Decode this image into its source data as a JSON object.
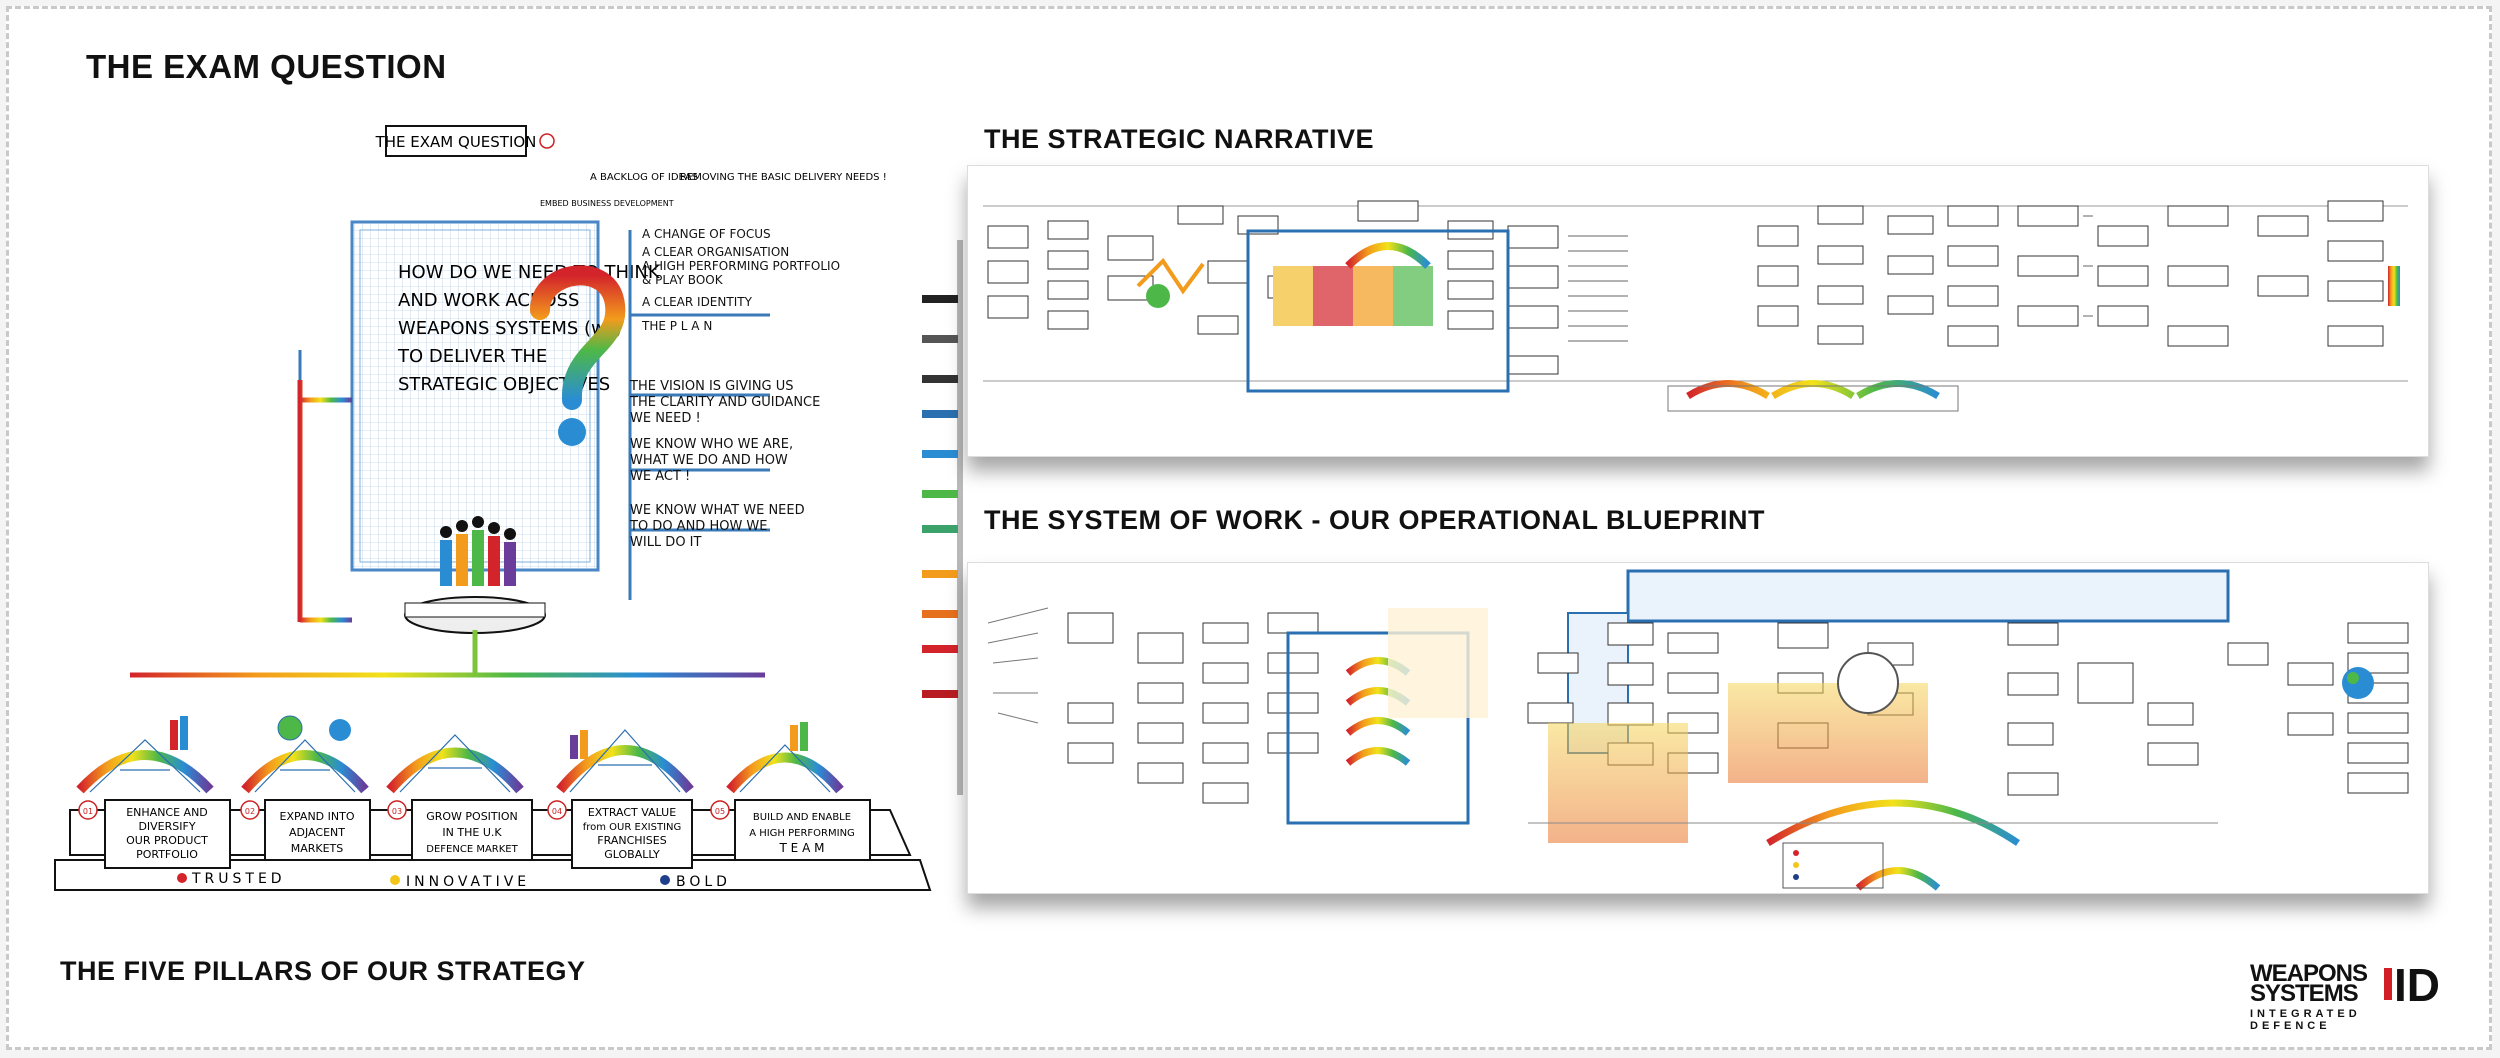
{
  "headings": {
    "exam_question": "THE EXAM QUESTION",
    "strategic_narrative": "THE STRATEGIC NARRATIVE",
    "system_of_work": "THE SYSTEM OF WORK - OUR OPERATIONAL BLUEPRINT",
    "five_pillars": "THE FIVE PILLARS OF OUR STRATEGY"
  },
  "sketch": {
    "box_title": "THE EXAM QUESTION",
    "question_lines": [
      "HOW DO WE NEED TO THINK",
      "AND WORK ACROSS",
      "WEAPONS SYSTEMS (ws)",
      "TO DELIVER THE",
      "STRATEGIC OBJECTIVES"
    ],
    "top_notes": [
      "EMBED BUSINESS DEVELOPMENT",
      "A BACKLOG OF IDEAS",
      "REMOVING THE BASIC DELIVERY NEEDS !"
    ],
    "right_notes": [
      "A CHANGE OF FOCUS",
      "A CLEAR ORGANISATION",
      "A HIGH PERFORMING PORTFOLIO",
      "& PLAY BOOK",
      "A CLEAR IDENTITY",
      "THE P L A N",
      "THE VISION IS GIVING US",
      "THE CLARITY AND GUIDANCE",
      "WE NEED !",
      "WE KNOW WHO WE ARE,",
      "WHAT WE DO AND HOW",
      "WE ACT !",
      "WE KNOW WHAT WE NEED",
      "TO DO AND HOW WE",
      "WILL DO IT"
    ],
    "pillars": [
      {
        "badge": "01",
        "lines": [
          "ENHANCE AND",
          "DIVERSIFY",
          "OUR PRODUCT",
          "PORTFOLIO"
        ]
      },
      {
        "badge": "02",
        "lines": [
          "EXPAND INTO",
          "ADJACENT",
          "MARKETS"
        ]
      },
      {
        "badge": "03",
        "lines": [
          "GROW POSITION",
          "IN THE U.K",
          "DEFENCE MARKET"
        ]
      },
      {
        "badge": "04",
        "lines": [
          "EXTRACT VALUE",
          "from OUR EXISTING",
          "FRANCHISES",
          "GLOBALLY"
        ]
      },
      {
        "badge": "05",
        "lines": [
          "BUILD AND ENABLE",
          "A HIGH PERFORMING",
          "T E A M"
        ]
      }
    ],
    "values": [
      "TRUSTED",
      "INNOVATIVE",
      "BOLD"
    ],
    "value_colors": [
      "#d3242b",
      "#f2c618",
      "#1f3f8c"
    ]
  },
  "logo": {
    "line1": "WEAPONS",
    "line2": "SYSTEMS",
    "mark": "ID",
    "tagline": "INTEGRATED DEFENCE",
    "accent": "#d21f26"
  }
}
